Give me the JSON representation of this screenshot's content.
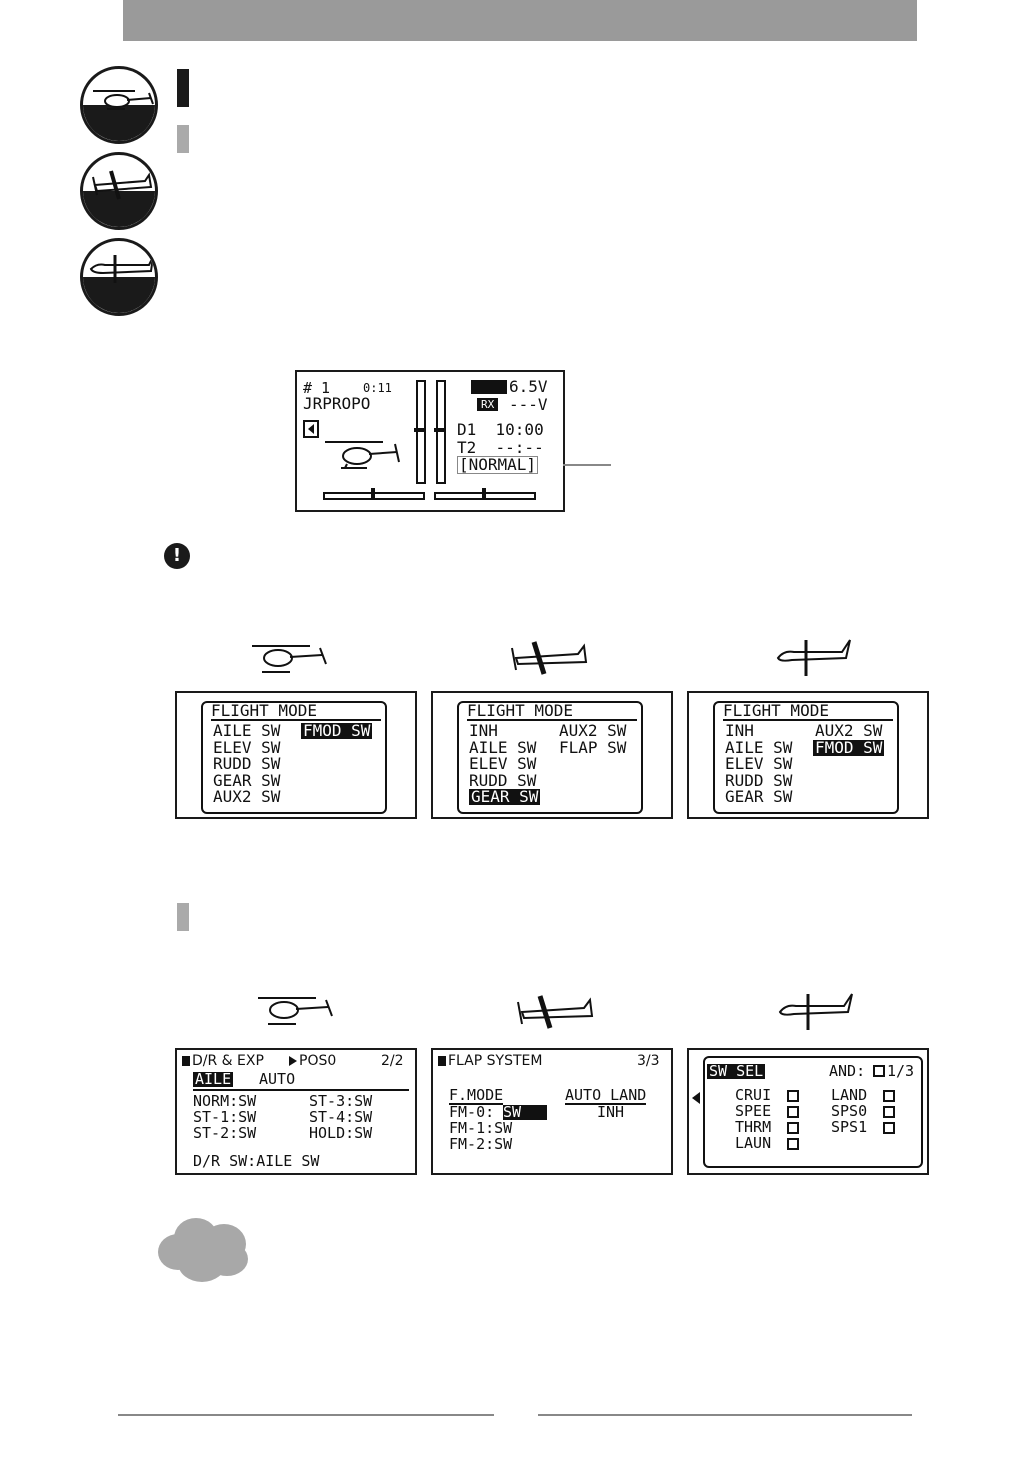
{
  "main_screen": {
    "model_no": "# 1",
    "timer_small": "0:11",
    "model_name": "JRPROPO",
    "tx_voltage": "6.5V",
    "rx_label": "RX",
    "rx_voltage": "---V",
    "timer_d1": "D1  10:00",
    "timer_t2": "T2  --:--",
    "flight_mode": "[NORMAL]"
  },
  "flight_mode_screens": {
    "heli": {
      "title": "FLIGHT MODE",
      "rows": [
        "AILE SW",
        "ELEV SW",
        "RUDD SW",
        "GEAR SW",
        "AUX2 SW"
      ],
      "right_rows": [
        "FMOD SW"
      ],
      "highlight": "FMOD SW"
    },
    "airplane": {
      "title": "FLIGHT MODE",
      "rows": [
        "INH",
        "AILE SW",
        "ELEV SW",
        "RUDD SW",
        "GEAR SW"
      ],
      "right_rows": [
        "AUX2 SW",
        "FLAP SW"
      ],
      "highlight": "GEAR SW"
    },
    "glider": {
      "title": "FLIGHT MODE",
      "rows": [
        "INH",
        "AILE SW",
        "ELEV SW",
        "RUDD SW",
        "GEAR SW"
      ],
      "right_rows": [
        "AUX2 SW",
        "FMOD SW"
      ],
      "highlight": "FMOD SW"
    }
  },
  "function_screens": {
    "dr_exp": {
      "title": "D/R & EXP",
      "pos": "POS0",
      "page": "2/2",
      "tab_active": "AILE",
      "tab_other": "AUTO",
      "col1": [
        "NORM:SW",
        "ST-1:SW",
        "ST-2:SW"
      ],
      "col2": [
        "ST-3:SW",
        "ST-4:SW",
        "HOLD:SW"
      ],
      "footer": "D/R SW:AILE SW"
    },
    "flap_system": {
      "title": "FLAP SYSTEM",
      "page": "3/3",
      "head1": "F.MODE",
      "head2": "AUTO LAND",
      "fm0_label": "FM-0:",
      "fm0_value": "SW",
      "fm1": "FM-1:SW",
      "fm2": "FM-2:SW",
      "auto_land_value": "INH"
    },
    "sw_sel": {
      "title": "SW SEL",
      "and_label": "AND:",
      "page": "1/3",
      "left": [
        "CRUI",
        "SPEE",
        "THRM",
        "LAUN"
      ],
      "right": [
        "LAND",
        "SPS0",
        "SPS1"
      ]
    }
  }
}
